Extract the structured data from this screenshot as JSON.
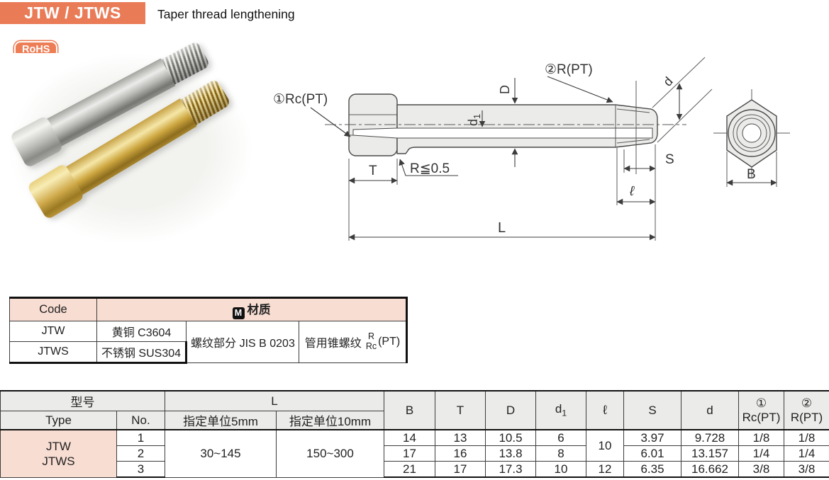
{
  "header": {
    "code_label": "JTW / JTWS",
    "title": "Taper thread lengthening",
    "rohs_label": "RoHS"
  },
  "colors": {
    "accent_orange": "#ea7b57",
    "table_header_pink": "#f8ddd2",
    "table_header_gray": "#ebebe9"
  },
  "diagram": {
    "label_rc": "①Rc(PT)",
    "label_r": "②R(PT)",
    "dim_D": "D",
    "dim_d1_base": "d",
    "dim_d1_sub": "1",
    "dim_d": "d",
    "dim_T": "T",
    "note_fillet": "R≦0.5",
    "dim_S": "S",
    "dim_ell": "ℓ",
    "dim_L": "L",
    "dim_B": "B"
  },
  "materials_table": {
    "header_code": "Code",
    "header_material_icon": "M",
    "header_material": "材质",
    "rows": [
      {
        "code": "JTW",
        "material": "黄铜 C3604"
      },
      {
        "code": "JTWS",
        "material": "不锈钢 SUS304"
      }
    ],
    "thread_spec": "螺纹部分 JIS B 0203",
    "taper_label": "管用锥螺纹",
    "taper_top": "R",
    "taper_bottom": "Rc",
    "taper_suffix": "(PT)"
  },
  "spec_table": {
    "header_model": "型号",
    "header_type": "Type",
    "header_no": "No.",
    "header_L": "L",
    "header_L5": "指定单位5mm",
    "header_L10": "指定单位10mm",
    "header_B": "B",
    "header_T": "T",
    "header_D": "D",
    "header_d1_base": "d",
    "header_d1_sub": "1",
    "header_ell": "ℓ",
    "header_S": "S",
    "header_d": "d",
    "header_circ1": "①",
    "header_rc": "Rc(PT)",
    "header_circ2": "②",
    "header_r": "R(PT)",
    "type_line1": "JTW",
    "type_line2": "JTWS",
    "L5_value": "30~145",
    "L10_value": "150~300",
    "rows": [
      {
        "no": "1",
        "B": "14",
        "T": "13",
        "D": "10.5",
        "d1": "6",
        "ell": "10",
        "S": "3.97",
        "d": "9.728",
        "rc": "1/8",
        "r": "1/8"
      },
      {
        "no": "2",
        "B": "17",
        "T": "16",
        "D": "13.8",
        "d1": "8",
        "S": "6.01",
        "d": "13.157",
        "rc": "1/4",
        "r": "1/4"
      },
      {
        "no": "3",
        "B": "21",
        "T": "17",
        "D": "17.3",
        "d1": "10",
        "ell": "12",
        "S": "6.35",
        "d": "16.662",
        "rc": "3/8",
        "r": "3/8"
      }
    ]
  }
}
